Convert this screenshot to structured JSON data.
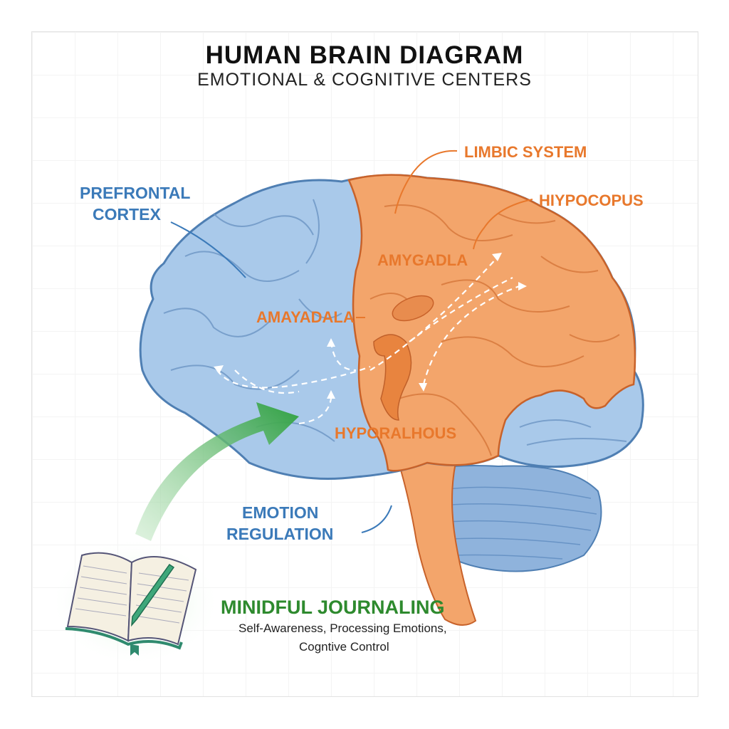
{
  "header": {
    "title": "HUMAN BRAIN DIAGRAM",
    "subtitle": "EMOTIONAL & COGNITIVE CENTERS"
  },
  "labels": {
    "prefrontal_line1": "PREFRONTAL",
    "prefrontal_line2": "CORTEX",
    "limbic_system": "LIMBIC SYSTEM",
    "hippocampus": "HIYPOCOPUS",
    "amygdala_top": "AMYGADLA",
    "amygdala_left": "AMAYADALA",
    "hypothalamus": "HYPORALHOUS",
    "emotion_line1": "EMOTION",
    "emotion_line2": "REGULATION"
  },
  "journaling": {
    "title": "MINIDFUL JOURNALING",
    "desc_line1": "Self-Awareness, Processing Emotions,",
    "desc_line2": "Cogntive Control"
  },
  "colors": {
    "blue": "#a9c9ea",
    "orange": "#f3a56b",
    "green": "#3aa64a",
    "label_blue": "#3b7ab9",
    "label_orange": "#e8782c"
  }
}
